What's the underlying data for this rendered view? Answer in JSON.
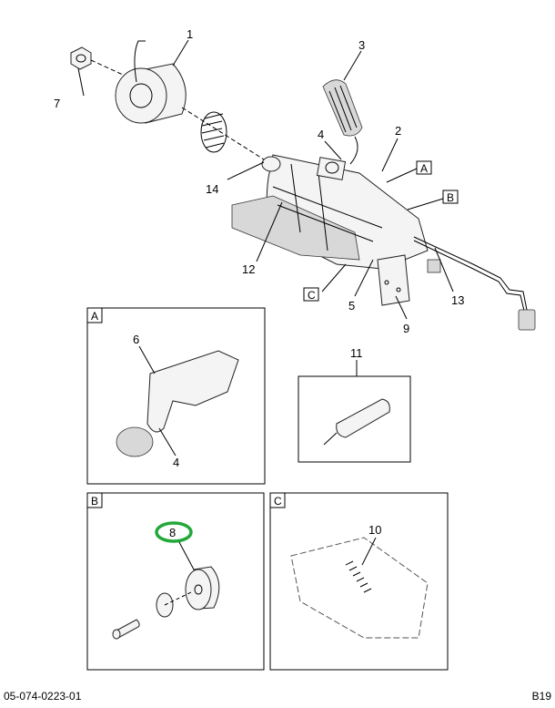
{
  "callouts": {
    "c1": "1",
    "c2": "2",
    "c3": "3",
    "c4": "4",
    "c5": "5",
    "c7": "7",
    "c9": "9",
    "c12": "12",
    "c13": "13",
    "c14": "14",
    "a6": "6",
    "a4": "4",
    "k11": "11",
    "b8": "8",
    "c10": "10"
  },
  "refs": {
    "A": "A",
    "B": "B",
    "C": "C"
  },
  "panels": {
    "A": "A",
    "B": "B",
    "C": "C"
  },
  "highlight_color": "#22a83a",
  "footer": {
    "drawing_number": "05-074-0223-01",
    "page": "B19"
  }
}
